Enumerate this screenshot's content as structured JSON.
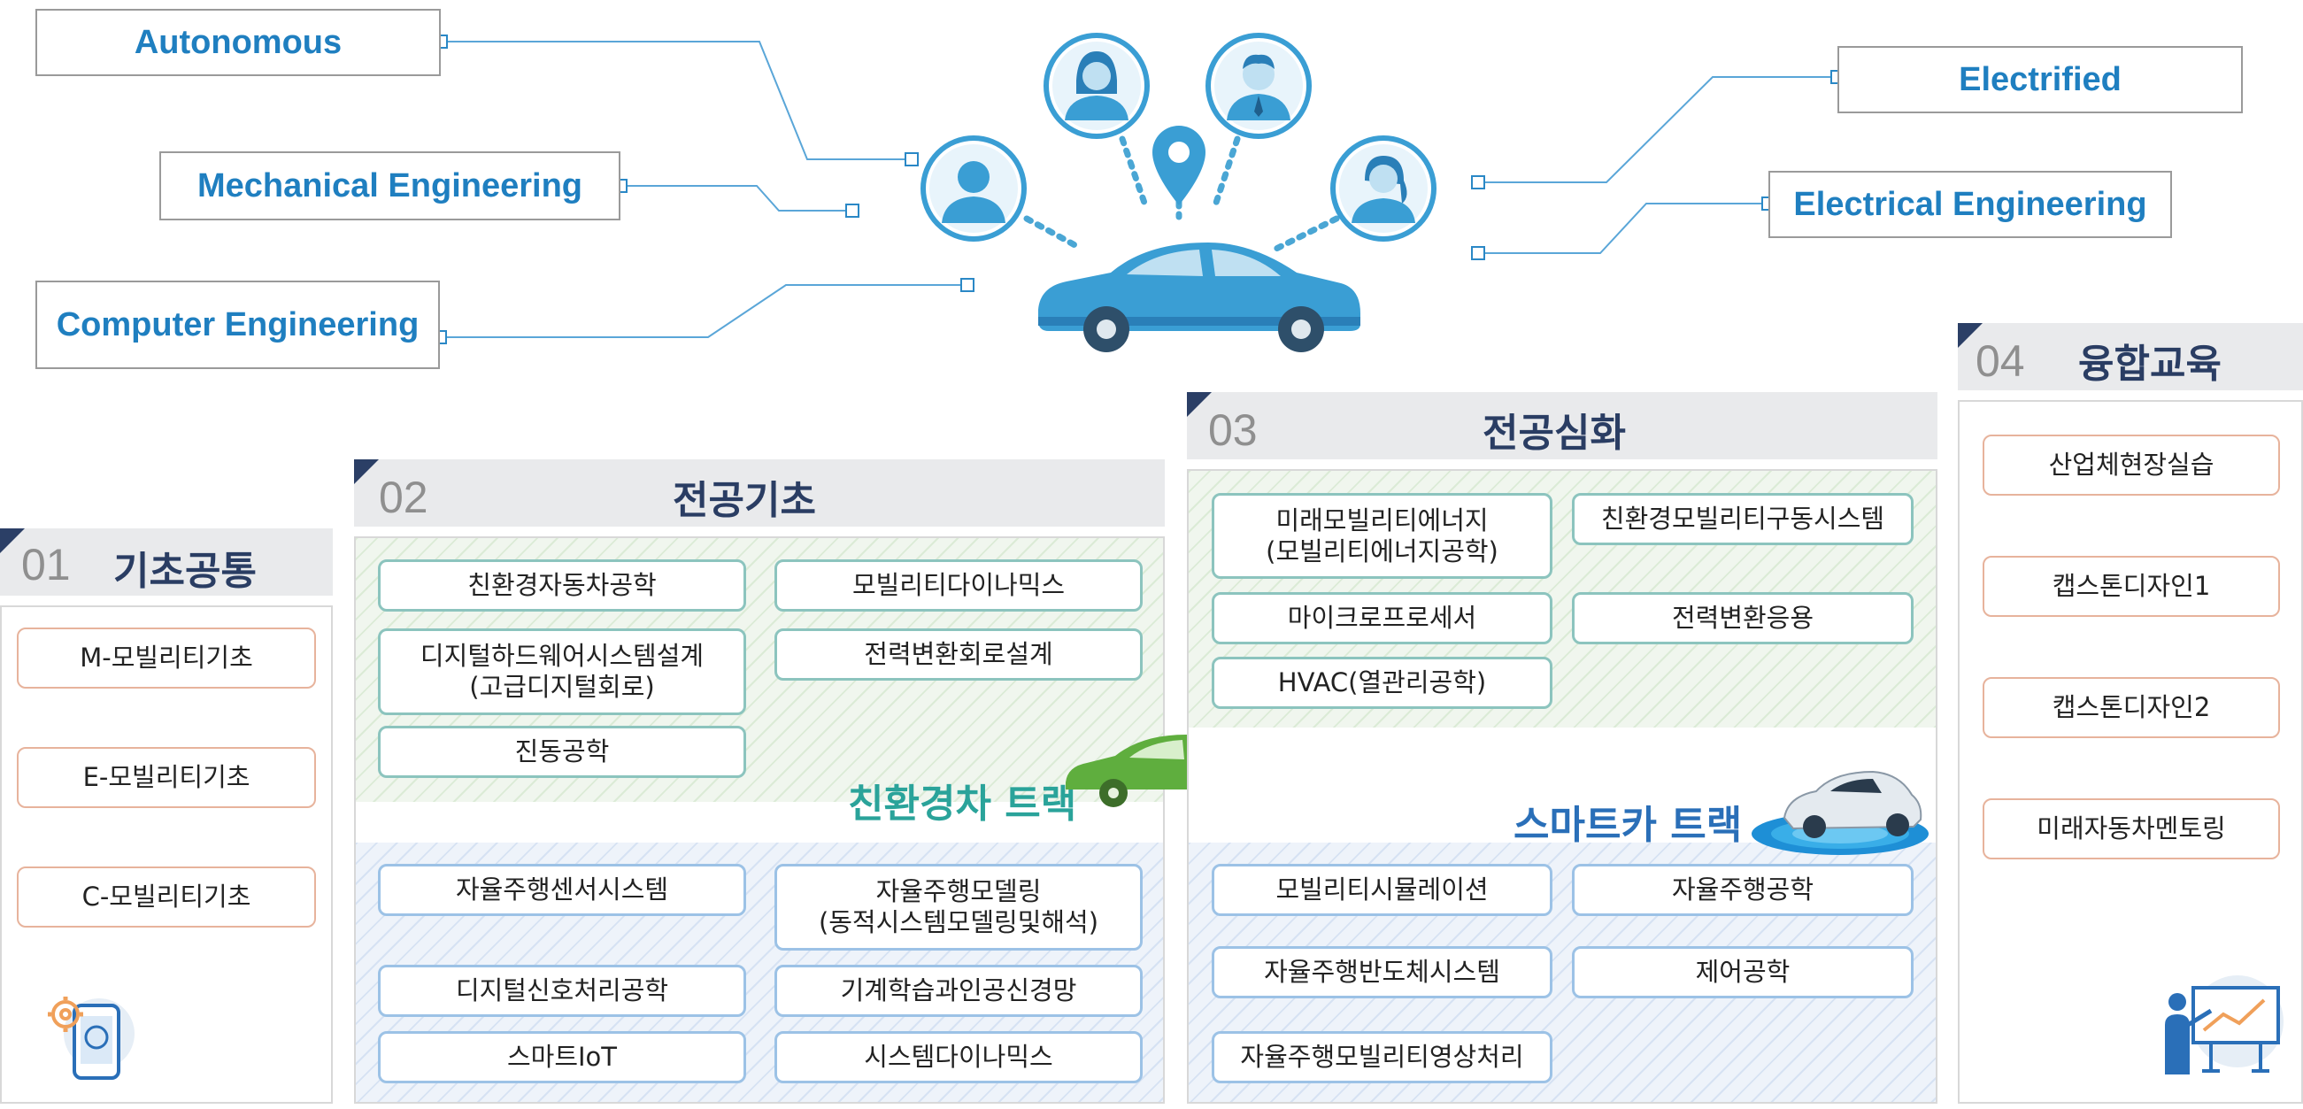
{
  "fields": {
    "autonomous": "Autonomous",
    "mechanical": "Mechanical Engineering",
    "computer": "Computer Engineering",
    "electrified": "Electrified",
    "electrical": "Electrical Engineering"
  },
  "sections": {
    "s01": {
      "num": "01",
      "title": "기초공통",
      "courses": [
        "M-모빌리티기초",
        "E-모빌리티기초",
        "C-모빌리티기초"
      ]
    },
    "s02": {
      "num": "02",
      "title": "전공기초",
      "green_courses": [
        "친환경자동차공학",
        "모빌리티다이나믹스",
        "디지털하드웨어시스템설계\n(고급디지털회로)",
        "전력변환회로설계",
        "진동공학"
      ],
      "blue_courses": [
        "자율주행센서시스템",
        "자율주행모델링\n(동적시스템모델링및해석)",
        "디지털신호처리공학",
        "기계학습과인공신경망",
        "스마트IoT",
        "시스템다이나믹스"
      ]
    },
    "s03": {
      "num": "03",
      "title": "전공심화",
      "green_courses": [
        "미래모빌리티에너지\n(모빌리티에너지공학)",
        "친환경모빌리티구동시스템",
        "마이크로프로세서",
        "전력변환응용",
        "HVAC(열관리공학)"
      ],
      "blue_courses": [
        "모빌리티시뮬레이션",
        "자율주행공학",
        "자율주행반도체시스템",
        "제어공학",
        "자율주행모빌리티영상처리"
      ]
    },
    "s04": {
      "num": "04",
      "title": "융합교육",
      "courses": [
        "산업체현장실습",
        "캡스톤디자인1",
        "캡스톤디자인2",
        "미래자동차멘토링"
      ]
    }
  },
  "tracks": {
    "green": "친환경차 트랙",
    "smart": "스마트카 트랙"
  },
  "colors": {
    "accent_blue": "#1f7fc0",
    "navy": "#2a3d63",
    "green_track": "#2aa39a",
    "smart_track": "#2a6fb8",
    "orange_border": "#e7b39c"
  },
  "icons": [
    "person-icon",
    "location-pin-icon",
    "car-icon",
    "eco-car-charging-icon",
    "smart-car-icon",
    "gear-phone-icon",
    "presenter-icon"
  ]
}
